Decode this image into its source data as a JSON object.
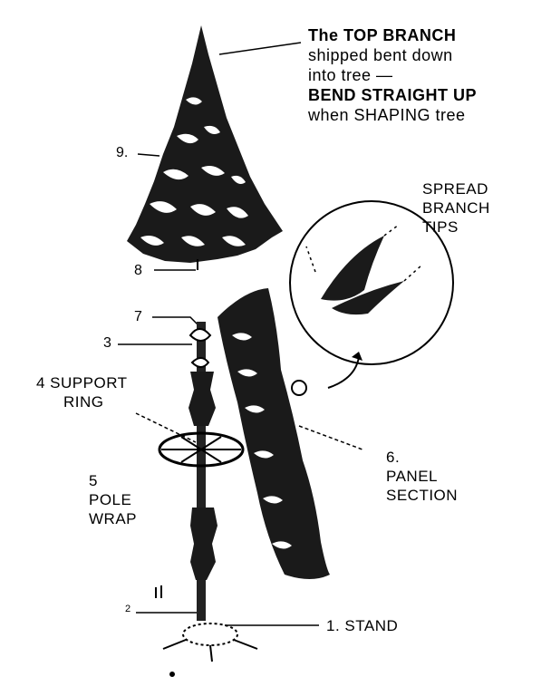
{
  "labels": {
    "top_branch": [
      "The TOP BRANCH",
      "shipped bent down",
      "into tree —",
      "BEND STRAIGHT UP",
      "when SHAPING tree"
    ],
    "spread_tips": [
      "SPREAD",
      "BRANCH",
      "TIPS"
    ],
    "support_ring": [
      "4  SUPPORT",
      "RING"
    ],
    "pole_wrap": [
      "5",
      "POLE",
      "WRAP"
    ],
    "panel_section": [
      "6.",
      "PANEL",
      "SECTION"
    ],
    "stand": "1. STAND",
    "num_9": "9.",
    "num_8": "8",
    "num_7": "7",
    "num_3": "3",
    "num_2": "2"
  }
}
